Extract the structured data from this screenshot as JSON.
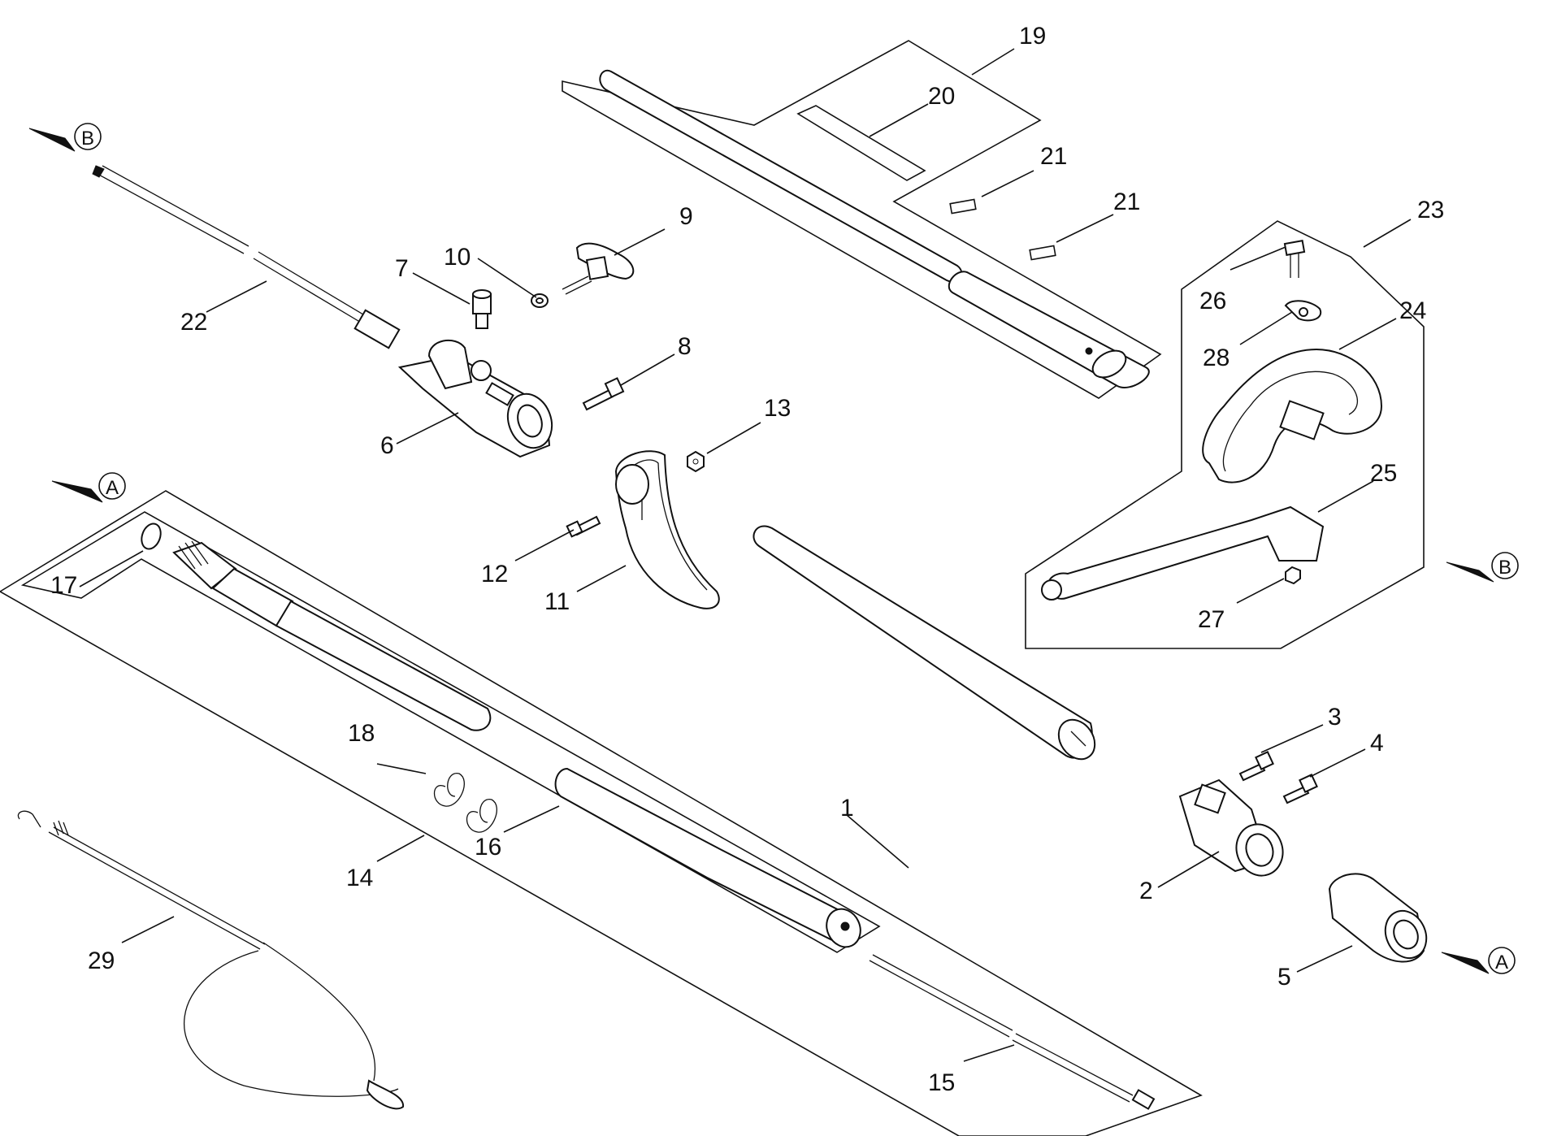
{
  "diagram": {
    "parts": [
      {
        "no": "1"
      },
      {
        "no": "2"
      },
      {
        "no": "3"
      },
      {
        "no": "4"
      },
      {
        "no": "5"
      },
      {
        "no": "6"
      },
      {
        "no": "7"
      },
      {
        "no": "8"
      },
      {
        "no": "9"
      },
      {
        "no": "10"
      },
      {
        "no": "11"
      },
      {
        "no": "12"
      },
      {
        "no": "13"
      },
      {
        "no": "14"
      },
      {
        "no": "15"
      },
      {
        "no": "16"
      },
      {
        "no": "17"
      },
      {
        "no": "18"
      },
      {
        "no": "19"
      },
      {
        "no": "20"
      },
      {
        "no": "21"
      },
      {
        "no": "21"
      },
      {
        "no": "22"
      },
      {
        "no": "23"
      },
      {
        "no": "24"
      },
      {
        "no": "25"
      },
      {
        "no": "26"
      },
      {
        "no": "27"
      },
      {
        "no": "28"
      },
      {
        "no": "29"
      }
    ],
    "refs": {
      "a": "A",
      "b": "B"
    }
  }
}
